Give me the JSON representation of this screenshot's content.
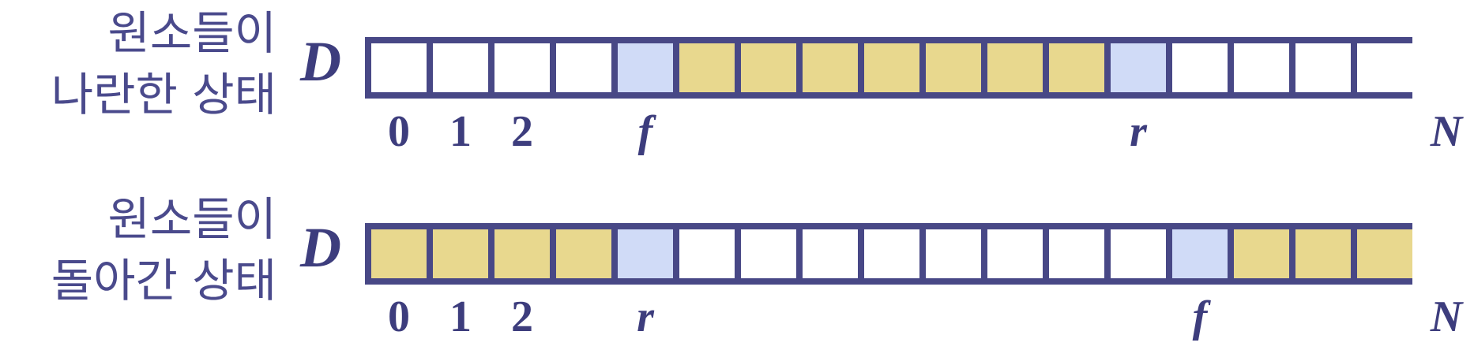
{
  "colors": {
    "border": "#484886",
    "empty": "#ffffff",
    "element": "#e8d88e",
    "pointer": "#d0dbf7",
    "text": "#3d3d7d"
  },
  "rows": [
    {
      "caption_line1": "원소들이",
      "caption_line2": "나란한 상태",
      "array_name": "D",
      "cells": [
        "empty",
        "empty",
        "empty",
        "empty",
        "pointer",
        "element",
        "element",
        "element",
        "element",
        "element",
        "element",
        "element",
        "pointer",
        "empty",
        "empty",
        "empty",
        "empty"
      ],
      "labels": [
        {
          "text": "0",
          "cell": 0,
          "italic": false
        },
        {
          "text": "1",
          "cell": 1,
          "italic": false
        },
        {
          "text": "2",
          "cell": 2,
          "italic": false
        },
        {
          "text": "f",
          "cell": 4,
          "italic": true
        },
        {
          "text": "r",
          "cell": 12,
          "italic": true
        },
        {
          "text": "N",
          "cell": 17,
          "italic": true
        }
      ]
    },
    {
      "caption_line1": "원소들이",
      "caption_line2": "돌아간 상태",
      "array_name": "D",
      "cells": [
        "element",
        "element",
        "element",
        "element",
        "pointer",
        "empty",
        "empty",
        "empty",
        "empty",
        "empty",
        "empty",
        "empty",
        "empty",
        "pointer",
        "element",
        "element",
        "element"
      ],
      "labels": [
        {
          "text": "0",
          "cell": 0,
          "italic": false
        },
        {
          "text": "1",
          "cell": 1,
          "italic": false
        },
        {
          "text": "2",
          "cell": 2,
          "italic": false
        },
        {
          "text": "r",
          "cell": 4,
          "italic": true
        },
        {
          "text": "f",
          "cell": 13,
          "italic": true
        },
        {
          "text": "N",
          "cell": 17,
          "italic": true
        }
      ]
    }
  ]
}
